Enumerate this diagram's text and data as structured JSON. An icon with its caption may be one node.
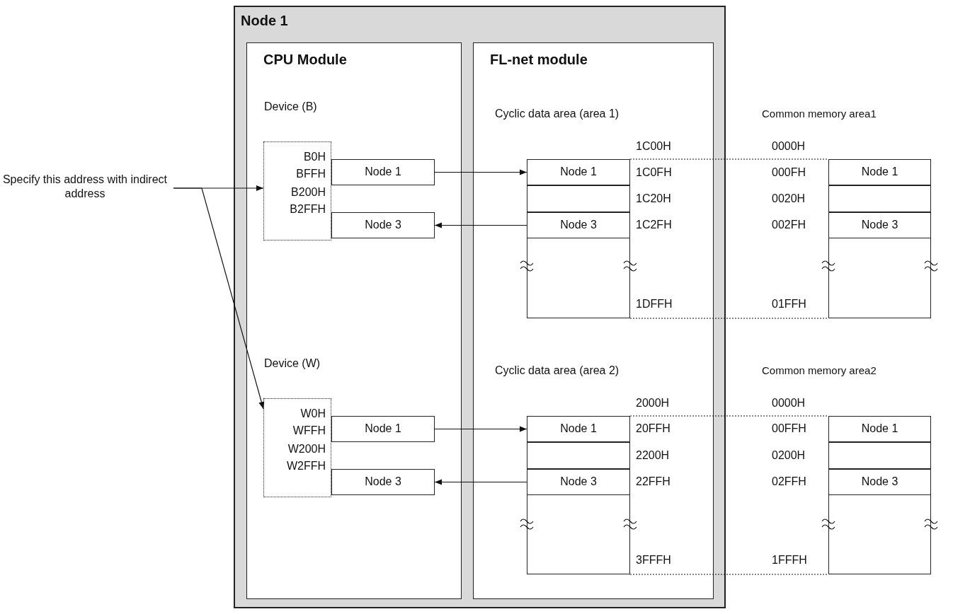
{
  "diagram": {
    "nodes": [
      {
        "text": [
          "Node 1"
        ]
      },
      {
        "text": [
          "CPU Module"
        ],
        "in": 0
      },
      {
        "text": [
          "FL-net module"
        ],
        "in": 0
      },
      {
        "text": [
          "Specify this address with indirect address"
        ]
      },
      {
        "text": [
          "Device (B)",
          "B0H",
          "BFFH",
          "B200H",
          "B2FFH"
        ],
        "in": 1
      },
      {
        "text": [
          "Node 1"
        ],
        "in": 1
      },
      {
        "text": [
          "Node 3"
        ],
        "in": 1
      },
      {
        "text": [
          "Device (W)",
          "W0H",
          "WFFH",
          "W200H",
          "W2FFH"
        ],
        "in": 1
      },
      {
        "text": [
          "Node 1"
        ],
        "in": 1
      },
      {
        "text": [
          "Node 3"
        ],
        "in": 1
      },
      {
        "text": [
          "Cyclic data area (area 1)"
        ],
        "in": 2
      },
      {
        "text": [
          "Node 1"
        ],
        "in": 10
      },
      {
        "text": [],
        "shape": "box",
        "in": 10
      },
      {
        "text": [
          "Node 3"
        ],
        "in": 10
      },
      {
        "text": [
          "Cyclic data area (area 2)"
        ],
        "in": 2
      },
      {
        "text": [
          "Node 1"
        ],
        "in": 14
      },
      {
        "text": [],
        "shape": "box",
        "in": 14
      },
      {
        "text": [
          "Node 3"
        ],
        "in": 14
      },
      {
        "text": [
          "Common memory area1"
        ]
      },
      {
        "text": [
          "Node 1"
        ],
        "in": 18
      },
      {
        "text": [],
        "shape": "box",
        "in": 18
      },
      {
        "text": [
          "Node 3"
        ],
        "in": 18
      },
      {
        "text": [
          "Common memory area2"
        ]
      },
      {
        "text": [
          "Node 1"
        ],
        "in": 22
      },
      {
        "text": [],
        "shape": "box",
        "in": 22
      },
      {
        "text": [
          "Node 3"
        ],
        "in": 22
      }
    ],
    "edges": [
      {
        "from": 5,
        "to": 11,
        "arrow": "to"
      },
      {
        "from": 13,
        "to": 6,
        "arrow": "to"
      },
      {
        "from": 8,
        "to": 15,
        "arrow": "to"
      },
      {
        "from": 17,
        "to": 9,
        "arrow": "to"
      },
      {
        "from": 3,
        "to": 4,
        "arrow": "to"
      },
      {
        "from": 3,
        "to": 7,
        "arrow": "to"
      },
      {
        "from": 10,
        "to": 18,
        "arrow": "none",
        "style": "dashed"
      },
      {
        "from": 10,
        "to": 18,
        "arrow": "none",
        "style": "dashed"
      },
      {
        "from": 14,
        "to": 22,
        "arrow": "none",
        "style": "dashed"
      },
      {
        "from": 14,
        "to": 22,
        "arrow": "none",
        "style": "dashed"
      }
    ],
    "labels": [
      "1C00H",
      "0000H",
      "1C0FH",
      "000FH",
      "1C20H",
      "0020H",
      "1C2FH",
      "002FH",
      "1DFFH",
      "01FFH",
      "2000H",
      "0000H",
      "20FFH",
      "00FFH",
      "2200H",
      "0200H",
      "22FFH",
      "02FFH",
      "3FFFH",
      "1FFFH"
    ]
  }
}
